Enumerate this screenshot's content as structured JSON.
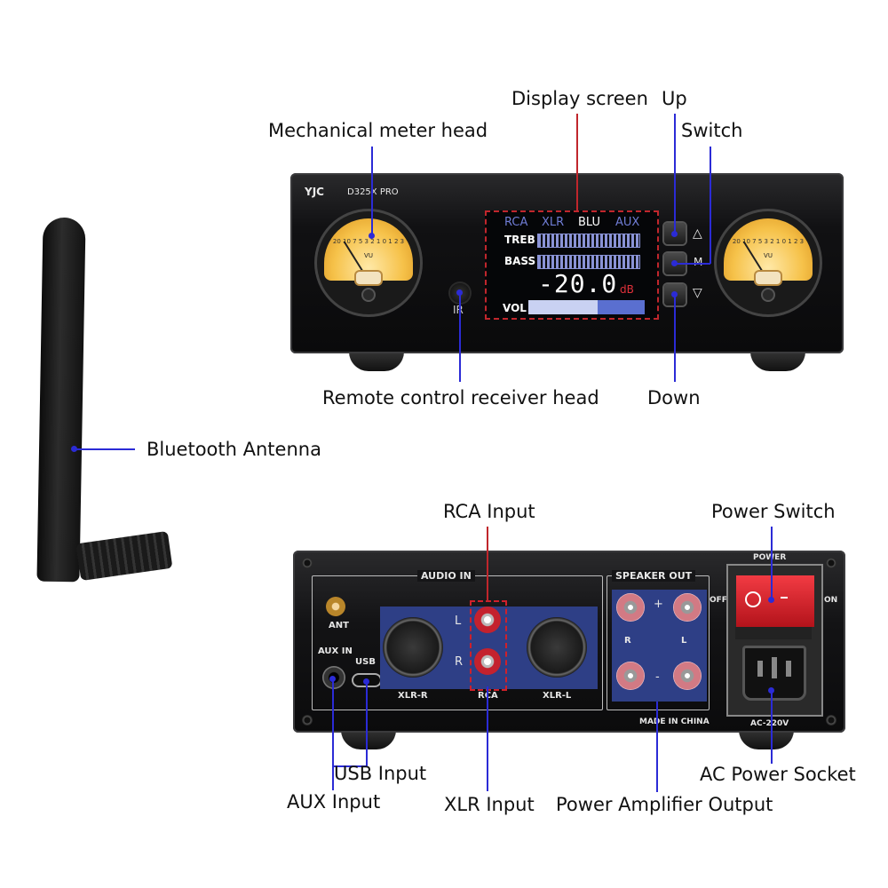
{
  "front_panel": {
    "brand": "YJC",
    "model": "D325X PRO",
    "meter_scale": "20 10 7 5 3 2 1 0 1 2 3",
    "meter_label": "VU",
    "ir_label": "IR",
    "screen": {
      "tabs": [
        "RCA",
        "XLR",
        "BLU",
        "AUX"
      ],
      "active_tab": "BLU",
      "treb_label": "TREB",
      "bass_label": "BASS",
      "db_value": "-20.0",
      "db_unit": "dB",
      "vol_label": "VOL"
    },
    "button_up_glyph": "△",
    "button_switch_glyph": "M",
    "button_down_glyph": "▽"
  },
  "back_panel": {
    "audio_in_title": "AUDIO IN",
    "speaker_out_title": "SPEAKER OUT",
    "ant_label": "ANT",
    "aux_label": "AUX IN",
    "usb_label": "USB",
    "l_label": "L",
    "r_label": "R",
    "xlr_r_label": "XLR-R",
    "rca_label": "RCA",
    "xlr_l_label": "XLR-L",
    "plus": "+",
    "minus": "-",
    "r_circle": "R",
    "l_circle": "L",
    "off_label": "OFF",
    "on_label": "ON",
    "power_label": "POWER",
    "made_in": "MADE IN CHINA",
    "ac_label": "AC-220V"
  },
  "callouts": {
    "display_screen": "Display screen",
    "up": "Up",
    "switch": "Switch",
    "mechanical_meter_head": "Mechanical meter head",
    "remote_control_receiver_head": "Remote control receiver head",
    "down": "Down",
    "bluetooth_antenna": "Bluetooth Antenna",
    "rca_input": "RCA Input",
    "power_switch": "Power Switch",
    "usb_input": "USB Input",
    "aux_input": "AUX Input",
    "xlr_input": "XLR Input",
    "power_amplifier_output": "Power Amplifier Output",
    "ac_power_socket": "AC Power Socket"
  },
  "colors": {
    "callout_line": "#2b2bd6",
    "highlight_dash": "#c0262c",
    "rocker_red": "#e3262f"
  }
}
